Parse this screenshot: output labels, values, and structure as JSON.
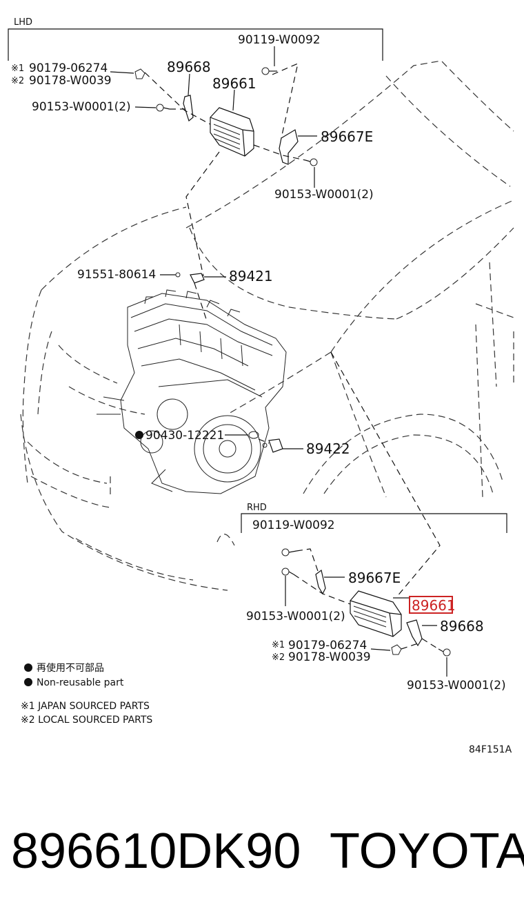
{
  "lhd": {
    "title": "LHD",
    "bolt_top": "90119-W0092",
    "nut_ref1_mark": "※1",
    "nut_ref1": "90179-06274",
    "nut_ref2_mark": "※2",
    "nut_ref2": "90178-W0039",
    "bracket_left": "89668",
    "ecu": "89661",
    "bolt_left": "90153-W0001(2)",
    "bracket_right": "89667E",
    "bolt_right": "90153-W0001(2)"
  },
  "engine": {
    "bolt_sensor": "91551-80614",
    "sensor_upper": "89421",
    "gasket": "90430-12221",
    "sensor_lower": "89422"
  },
  "rhd": {
    "title": "RHD",
    "bolt_top": "90119-W0092",
    "bracket_left": "89667E",
    "bolt_left": "90153-W0001(2)",
    "ecu": "89661",
    "bracket_right": "89668",
    "nut_ref1_mark": "※1",
    "nut_ref1": "90179-06274",
    "nut_ref2_mark": "※2",
    "nut_ref2": "90178-W0039",
    "bolt_right": "90153-W0001(2)"
  },
  "legend": {
    "jp": "再使用不可部品",
    "en": "Non-reusable part",
    "note1": "※1 JAPAN SOURCED PARTS",
    "note2": "※2 LOCAL SOURCED PARTS"
  },
  "figure_code": "84F151A",
  "footer": {
    "part_number": "896610DK90",
    "brand": "TOYOTA"
  },
  "colors": {
    "highlight": "#cc2222",
    "line": "#111111"
  }
}
